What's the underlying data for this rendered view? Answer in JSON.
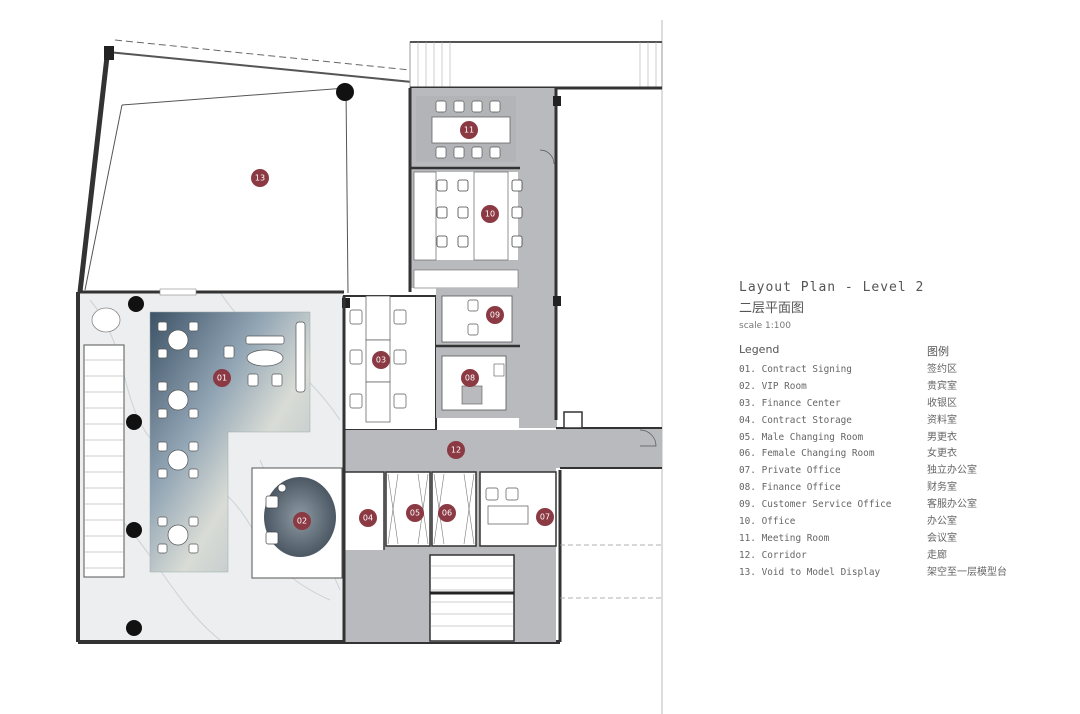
{
  "title_en": "Layout Plan - Level 2",
  "title_zh": "二层平面图",
  "scale": "scale 1:100",
  "legend_label_en": "Legend",
  "legend_label_zh": "图例",
  "legend": [
    {
      "num": "01",
      "en": "01. Contract Signing",
      "zh": "签约区"
    },
    {
      "num": "02",
      "en": "02. VIP Room",
      "zh": "贵宾室"
    },
    {
      "num": "03",
      "en": "03. Finance Center",
      "zh": "收银区"
    },
    {
      "num": "04",
      "en": "04. Contract Storage",
      "zh": "资料室"
    },
    {
      "num": "05",
      "en": "05. Male Changing Room",
      "zh": "男更衣"
    },
    {
      "num": "06",
      "en": "06. Female Changing Room",
      "zh": "女更衣"
    },
    {
      "num": "07",
      "en": "07. Private Office",
      "zh": "独立办公室"
    },
    {
      "num": "08",
      "en": "08. Finance Office",
      "zh": "财务室"
    },
    {
      "num": "09",
      "en": "09. Customer Service Office",
      "zh": "客服办公室"
    },
    {
      "num": "10",
      "en": "10. Office",
      "zh": "办公室"
    },
    {
      "num": "11",
      "en": "11. Meeting Room",
      "zh": "会议室"
    },
    {
      "num": "12",
      "en": "12. Corridor",
      "zh": "走廊"
    },
    {
      "num": "13",
      "en": "13. Void to Model Display",
      "zh": "架空至一层模型台"
    }
  ],
  "colors": {
    "marker": "#8b3a44",
    "floor_gray": "#b9babd",
    "marble": "#eceeef",
    "wall": "#333333",
    "rug": "#6d8194"
  }
}
